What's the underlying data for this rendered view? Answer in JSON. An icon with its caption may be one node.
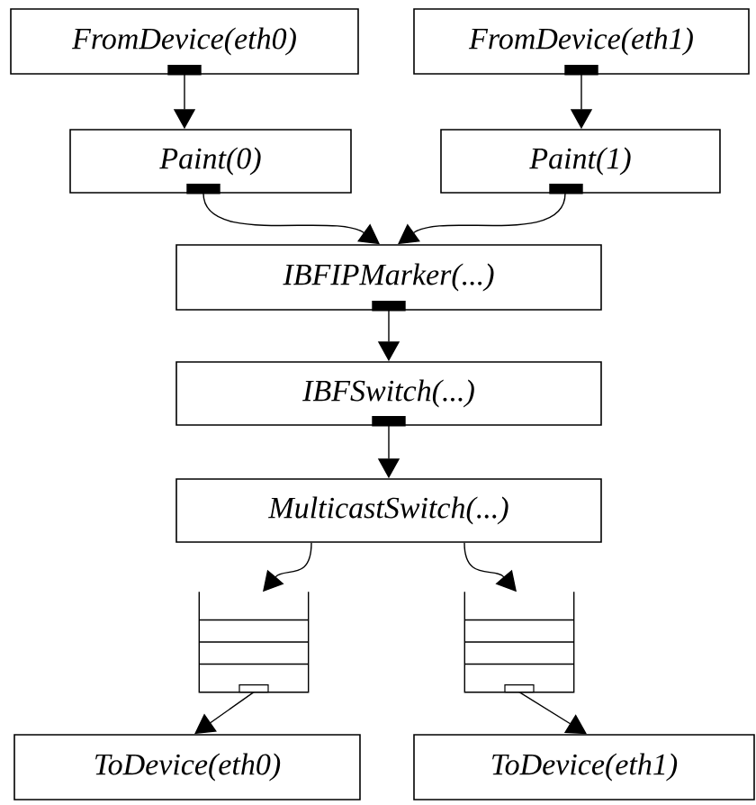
{
  "diagram": {
    "nodes": [
      {
        "text": [
          "FromDevice(eth0)"
        ]
      },
      {
        "text": [
          "FromDevice(eth1)"
        ]
      },
      {
        "text": [
          "Paint(0)"
        ]
      },
      {
        "text": [
          "Paint(1)"
        ]
      },
      {
        "text": [
          "IBFIPMarker(...)"
        ]
      },
      {
        "text": [
          "IBFSwitch(...)"
        ]
      },
      {
        "text": [
          "MulticastSwitch(...)"
        ]
      },
      {
        "text": [],
        "shape": "queue"
      },
      {
        "text": [],
        "shape": "queue"
      },
      {
        "text": [
          "ToDevice(eth0)"
        ]
      },
      {
        "text": [
          "ToDevice(eth1)"
        ]
      }
    ],
    "edges": [
      {
        "from": 0,
        "to": 2,
        "arrow": "to"
      },
      {
        "from": 1,
        "to": 3,
        "arrow": "to"
      },
      {
        "from": 2,
        "to": 4,
        "arrow": "to"
      },
      {
        "from": 3,
        "to": 4,
        "arrow": "to"
      },
      {
        "from": 4,
        "to": 5,
        "arrow": "to"
      },
      {
        "from": 5,
        "to": 6,
        "arrow": "to"
      },
      {
        "from": 6,
        "to": 7,
        "arrow": "to"
      },
      {
        "from": 6,
        "to": 8,
        "arrow": "to"
      },
      {
        "from": 7,
        "to": 9,
        "arrow": "to"
      },
      {
        "from": 8,
        "to": 10,
        "arrow": "to"
      }
    ]
  }
}
